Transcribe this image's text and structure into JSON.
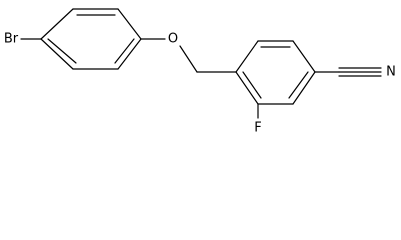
{
  "atoms": {
    "bromine": "Br",
    "oxygen": "O",
    "fluorine": "F",
    "nitrogen": "N"
  },
  "colors": {
    "background": "#ffffff",
    "bond": "#000000",
    "label": "#000000"
  }
}
